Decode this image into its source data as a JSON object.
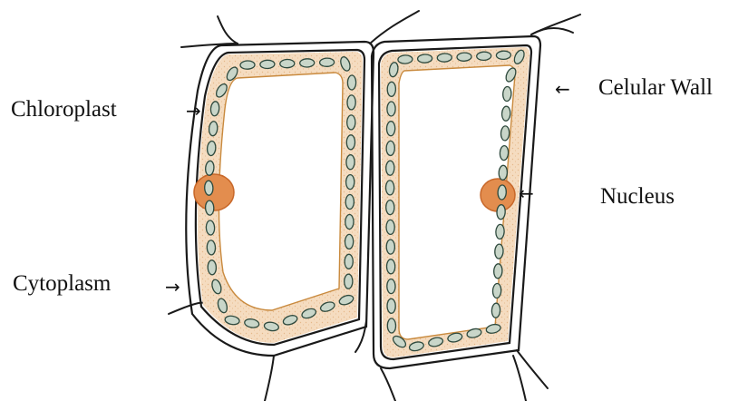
{
  "labels": {
    "chloroplast": "Chloroplast",
    "cytoplasm": "Cytoplasm",
    "cell_wall": "Celular Wall",
    "nucleus": "Nucleus"
  },
  "arrows": {
    "right": "→",
    "left": "←"
  },
  "colors": {
    "cell_wall": "#1a1a1a",
    "cytoplasm_fill": "#f5dcc0",
    "cytoplasm_edge": "#c98a3e",
    "chloroplast_fill": "#c9d6c9",
    "chloroplast_edge": "#2f4a3e",
    "nucleus_fill": "#e38d4e",
    "nucleus_edge": "#c8682a"
  }
}
